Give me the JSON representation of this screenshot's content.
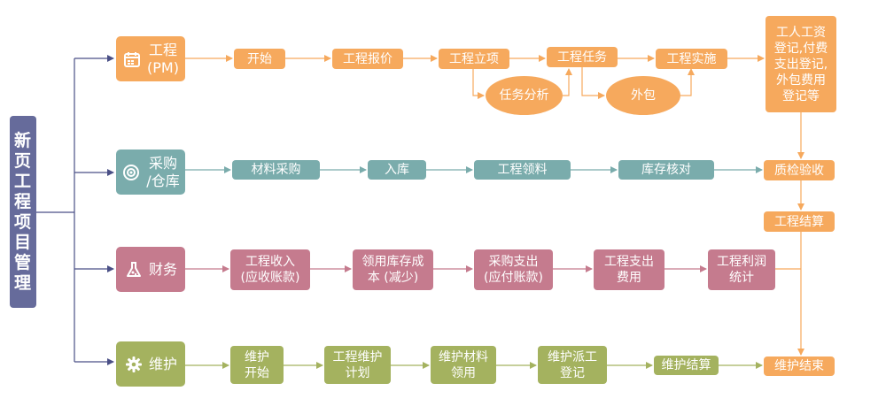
{
  "main_title": "新\n页\n工\n程\n项\n目\n管\n理",
  "categories": [
    {
      "label": "工程\n(PM)",
      "icon": "calendar-icon"
    },
    {
      "label": "采购\n/仓库",
      "icon": "target-icon"
    },
    {
      "label": "财务",
      "icon": "flask-icon"
    },
    {
      "label": "维护",
      "icon": "gear-icon"
    }
  ],
  "pm": {
    "start": "开始",
    "quote": "工程报价",
    "approval": "工程立项",
    "task": "工程任务",
    "implement": "工程实施",
    "task_analysis": "任务分析",
    "outsource": "外包",
    "registration": "工人工资\n登记,付费\n支出登记,\n外包费用\n登记等"
  },
  "purchase": {
    "material_purchase": "材料采购",
    "stock_in": "入库",
    "material_issue": "工程领料",
    "inventory_check": "库存核对"
  },
  "finance": {
    "income": "工程收入\n(应收账款)",
    "inventory_use": "领用库存成\n本 (减少)",
    "purchase_pay": "采购支出\n(应付账款)",
    "expense": "工程支出\n费用",
    "profit": "工程利润\n统计"
  },
  "maintenance": {
    "start": "维护\n开始",
    "plan": "工程维护\n计划",
    "material": "维护材料\n领用",
    "dispatch": "维护派工\n登记",
    "settle": "维护结算"
  },
  "end_column": {
    "qc": "质检验收",
    "settle": "工程结算",
    "end": "维护结束"
  },
  "colors": {
    "pm": "#f6a95d",
    "purchase": "#7aacac",
    "finance": "#c57b8e",
    "maintenance": "#a4b25f",
    "main": "#666b9b",
    "main_connector": "#4a4f86"
  }
}
